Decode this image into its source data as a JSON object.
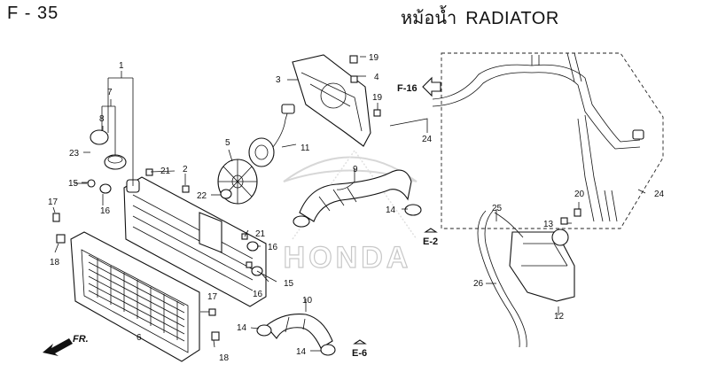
{
  "header": {
    "page_code": "F - 35",
    "title_th": "หม้อน้ำ",
    "title_en": "RADIATOR"
  },
  "watermark": "HONDA",
  "references": [
    "F-16",
    "E-2",
    "E-6"
  ],
  "front_marker": "FR.",
  "callouts": [
    "1",
    "2",
    "3",
    "4",
    "5",
    "6",
    "7",
    "8",
    "9",
    "10",
    "11",
    "12",
    "13",
    "14",
    "14",
    "14",
    "15",
    "15",
    "16",
    "16",
    "16",
    "17",
    "17",
    "18",
    "18",
    "19",
    "19",
    "20",
    "21",
    "21",
    "22",
    "23",
    "24",
    "24",
    "25",
    "26"
  ]
}
